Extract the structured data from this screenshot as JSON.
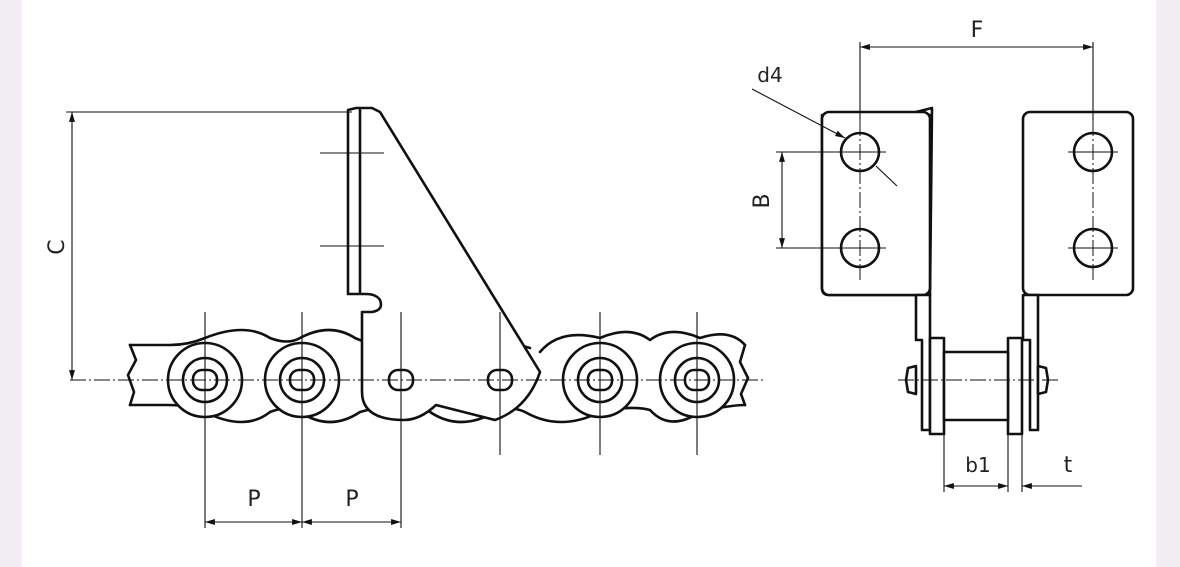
{
  "labels": {
    "c": "C",
    "p1": "P",
    "p2": "P",
    "f": "F",
    "d4": "d4",
    "b": "B",
    "b1": "b1",
    "t": "t"
  },
  "colors": {
    "background": "#f3eef3",
    "panel": "#ffffff",
    "line": "#111111"
  }
}
